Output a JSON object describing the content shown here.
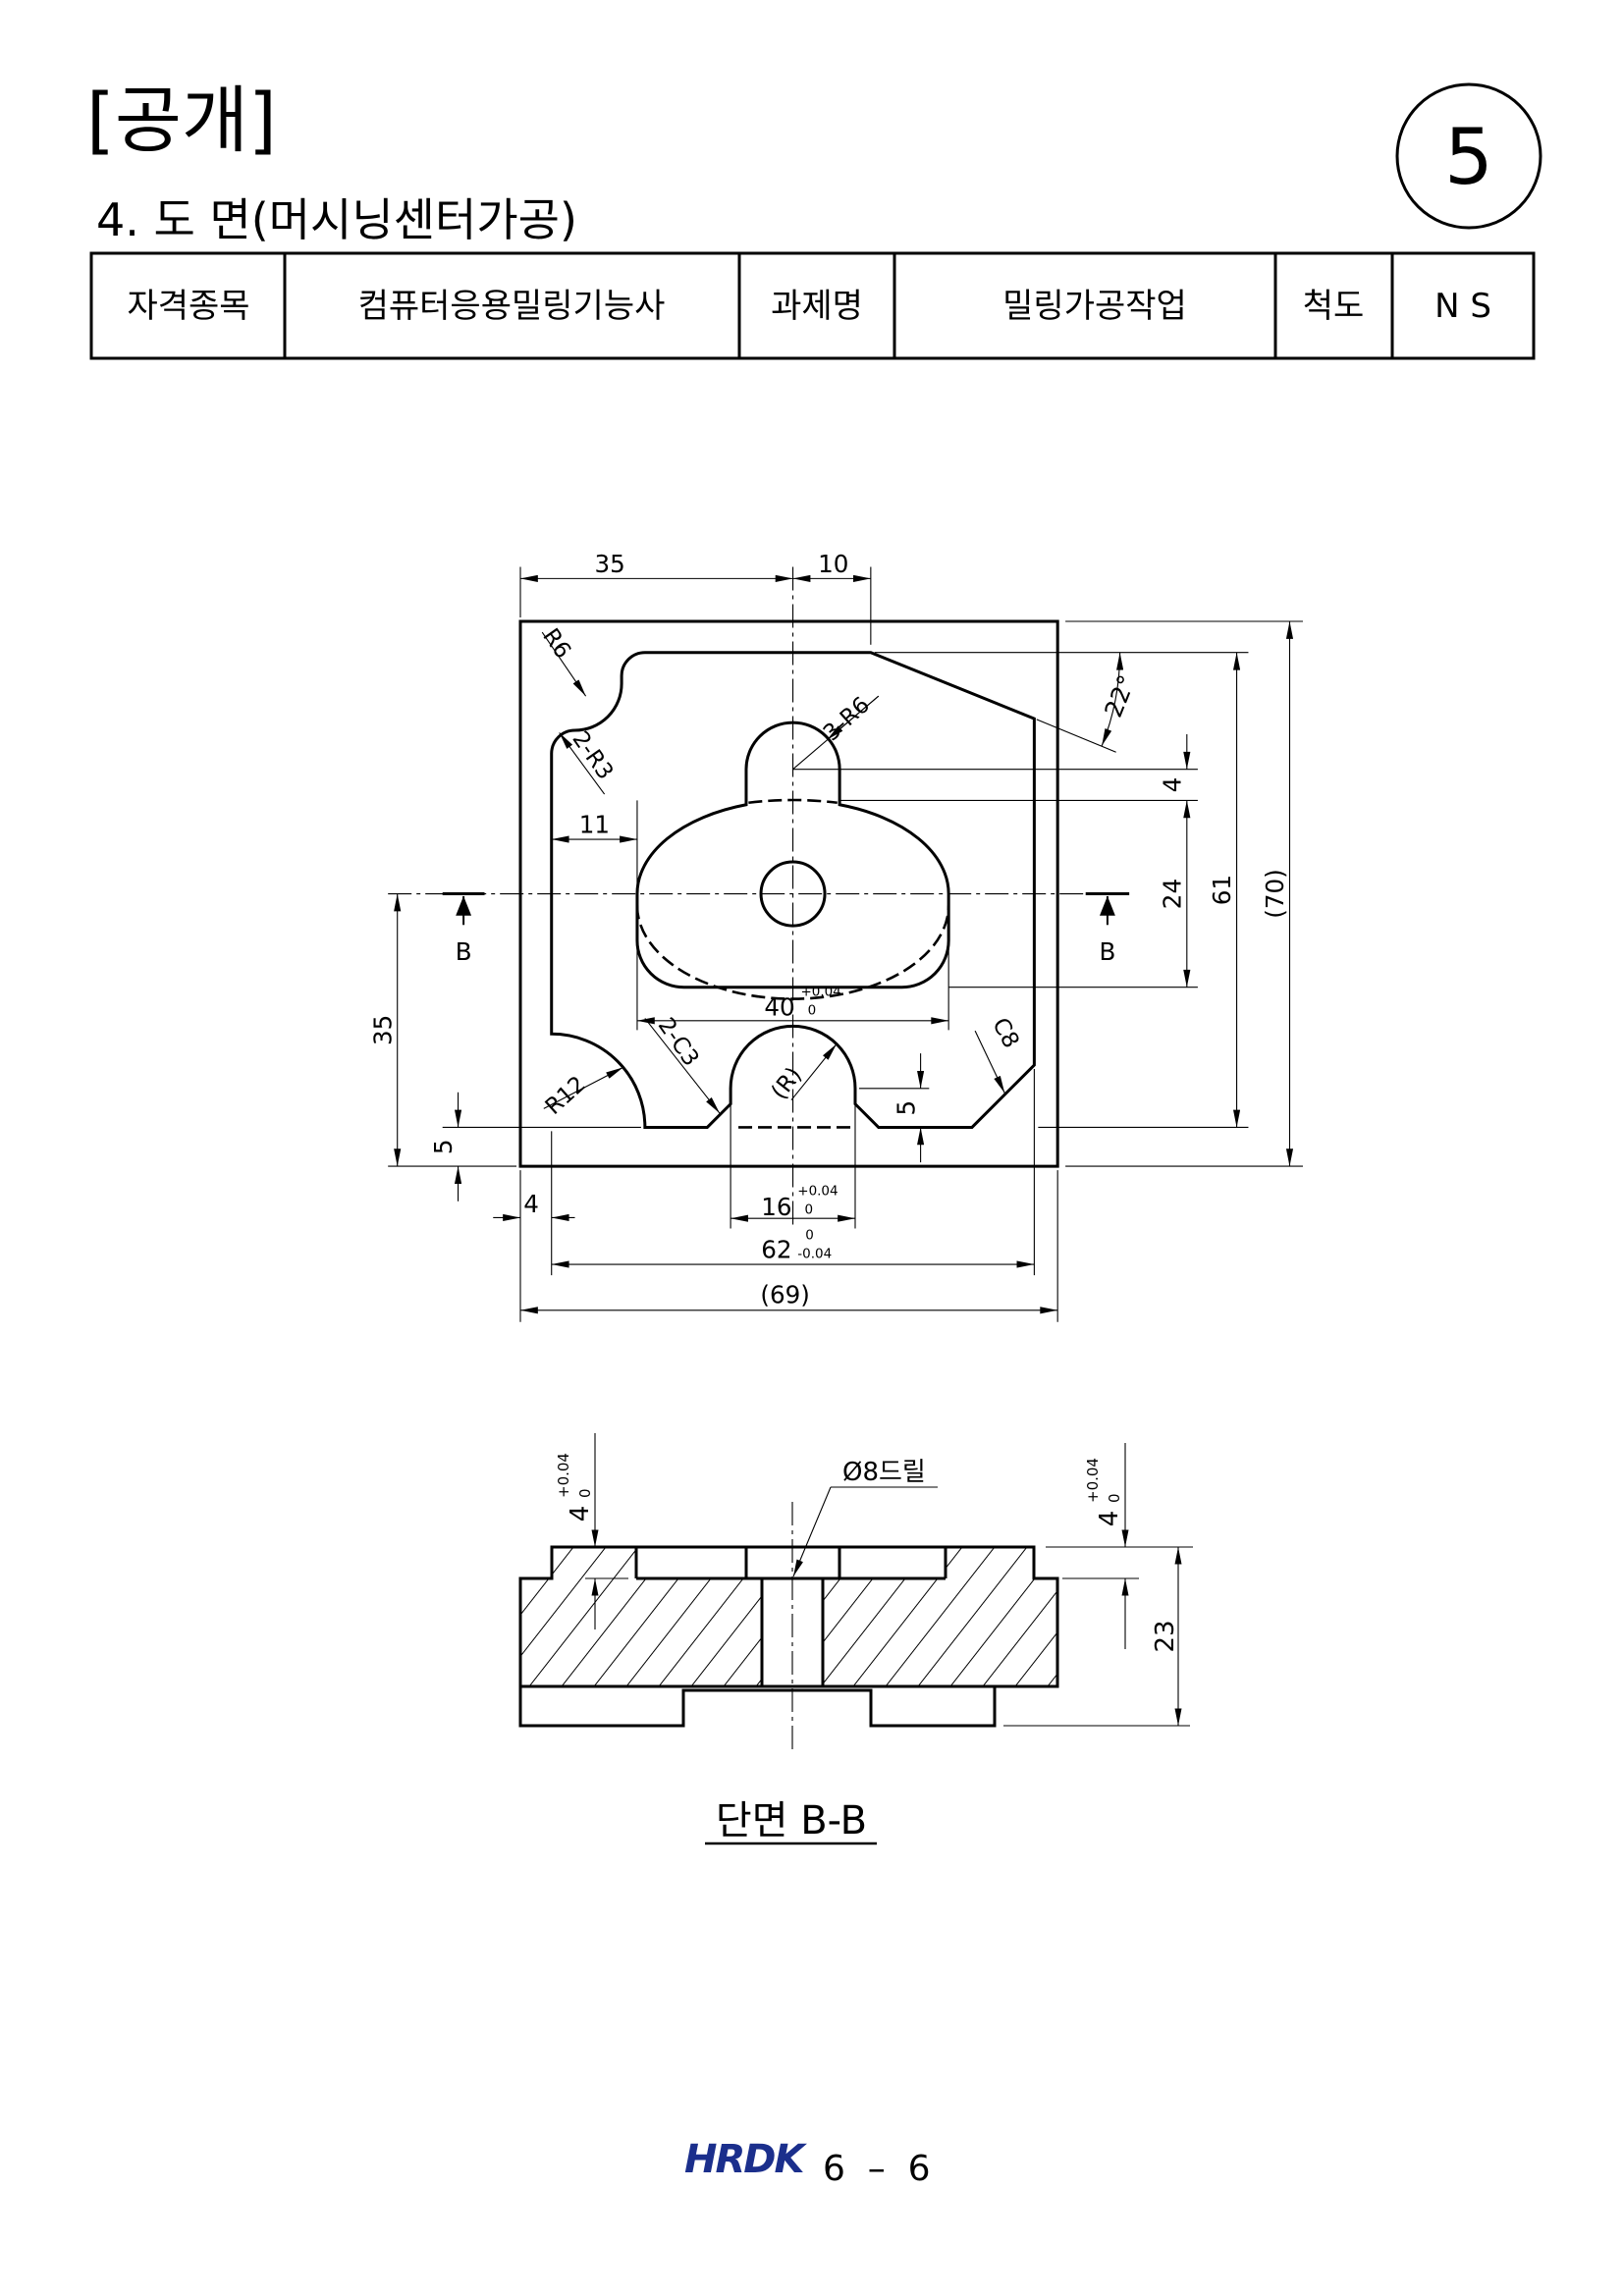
{
  "header": {
    "disclosure": "[공개]",
    "section_title": "4. 도 면(머시닝센터가공)",
    "sheet_number": "5"
  },
  "info_table": {
    "qualification_label": "자격종목",
    "qualification": "컴퓨터응용밀링기능사",
    "task_label": "과제명",
    "task": "밀링가공작업",
    "scale_label": "척도",
    "scale": "N S"
  },
  "main_view": {
    "dim_35_top": "35",
    "dim_10": "10",
    "angle_22": "22°",
    "dim_4_right": "4",
    "dim_24": "24",
    "dim_61": "61",
    "dim_70": "(70)",
    "dim_11": "11",
    "dim_40": "40",
    "dim_40_tol_upper": "+0.04",
    "dim_40_tol_lower": "0",
    "dim_35_left": "35",
    "dim_5_left": "5",
    "dim_4_bottom": "4",
    "dim_16": "16",
    "dim_16_tol_upper": "+0.04",
    "dim_16_tol_lower": "0",
    "dim_62": "62",
    "dim_62_tol_upper": "0",
    "dim_62_tol_lower": "-0.04",
    "dim_69": "(69)",
    "dim_5_slot": "5",
    "note_r6": "R6",
    "note_2r3": "2-R3",
    "note_3r6": "3-R6",
    "note_r12": "R12",
    "note_2c3": "2-C3",
    "note_r": "(R)",
    "note_c8": "C8",
    "section_mark_left": "B",
    "section_mark_right": "B"
  },
  "section_view": {
    "depth_left": "4",
    "depth_left_tol_upper": "+0.04",
    "depth_left_tol_lower": "0",
    "depth_right": "4",
    "depth_right_tol_upper": "+0.04",
    "depth_right_tol_lower": "0",
    "drill_note": "Ø8드릴",
    "height_23": "23",
    "title": "단면 B-B"
  },
  "footer": {
    "logo": "HRDK",
    "page": "6  –  6",
    "logo_color": "#1b2f8c"
  }
}
